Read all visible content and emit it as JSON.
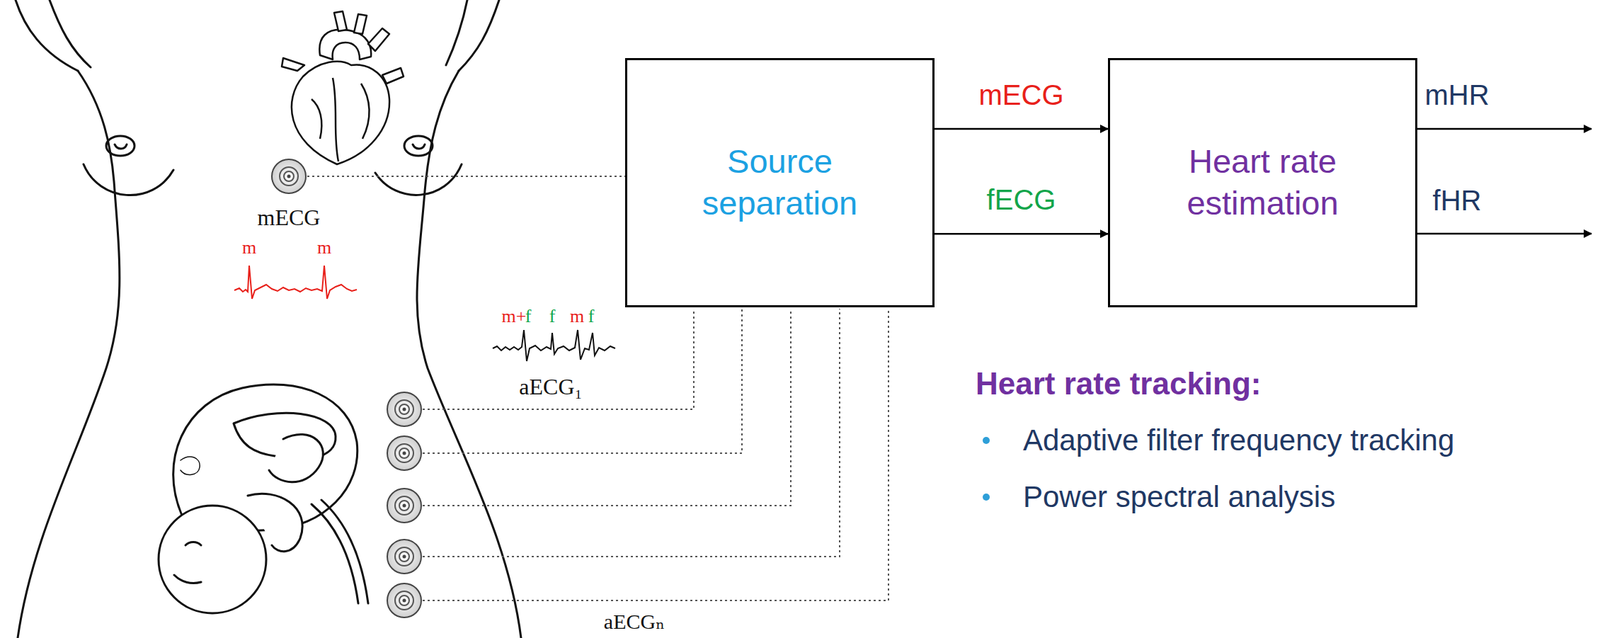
{
  "diagram": {
    "nodes": [
      {
        "text": [
          "Source separation"
        ]
      },
      {
        "text": [
          "Heart rate estimation"
        ]
      }
    ],
    "edges": [
      {
        "from": 0,
        "to": 1,
        "arrow": "to",
        "label": "mECG"
      },
      {
        "from": 0,
        "to": 1,
        "arrow": "to",
        "label": "fECG"
      }
    ],
    "labels": [
      "mECG",
      "m",
      "m",
      "m+",
      "f",
      "f",
      "m",
      "f",
      "aECG₁",
      "aECGₙ",
      "mHR",
      "fHR",
      "Heart rate tracking:",
      "Adaptive filter frequency tracking",
      "Power spectral analysis"
    ]
  }
}
